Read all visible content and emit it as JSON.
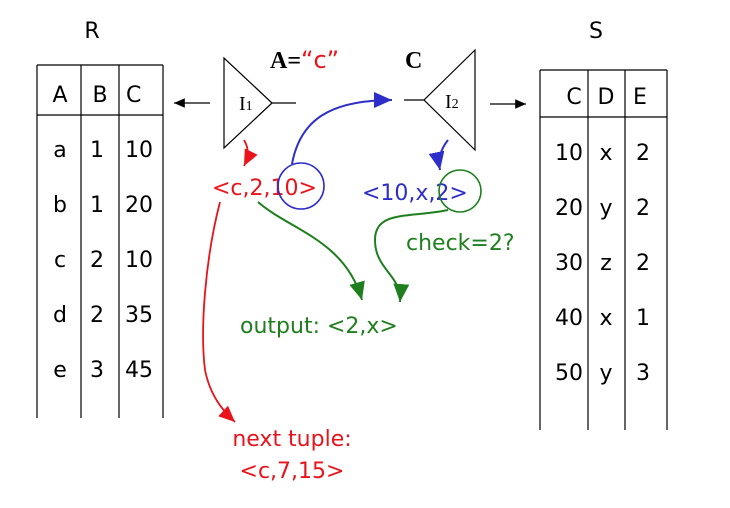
{
  "colors": {
    "black": "#000000",
    "red": "#e8131b",
    "blue": "#2e2ec9",
    "green": "#1f7f1f"
  },
  "relation_r": {
    "name": "R",
    "headers": [
      "A",
      "B",
      "C"
    ],
    "rows": [
      [
        "a",
        "1",
        "10"
      ],
      [
        "b",
        "1",
        "20"
      ],
      [
        "c",
        "2",
        "10"
      ],
      [
        "d",
        "2",
        "35"
      ],
      [
        "e",
        "3",
        "45"
      ]
    ]
  },
  "relation_s": {
    "name": "S",
    "headers": [
      "C",
      "D",
      "E"
    ],
    "rows": [
      [
        "10",
        "x",
        "2"
      ],
      [
        "20",
        "y",
        "2"
      ],
      [
        "30",
        "z",
        "2"
      ],
      [
        "40",
        "x",
        "1"
      ],
      [
        "50",
        "y",
        "3"
      ]
    ]
  },
  "index_1": {
    "label": "I",
    "subscript": "1",
    "condition_attr": "A=",
    "condition_value": "“c”"
  },
  "index_2": {
    "label": "I",
    "subscript": "2",
    "attr": "C"
  },
  "tuples": {
    "r_tuple_prefix": "<c,2,",
    "r_tuple_circled": "10",
    "r_tuple_suffix": ">",
    "s_tuple": "<10,x,2>",
    "check": "check=2?",
    "output": "output: <2,x>",
    "next_label": "next tuple:",
    "next_tuple": "<c,7,15>"
  }
}
